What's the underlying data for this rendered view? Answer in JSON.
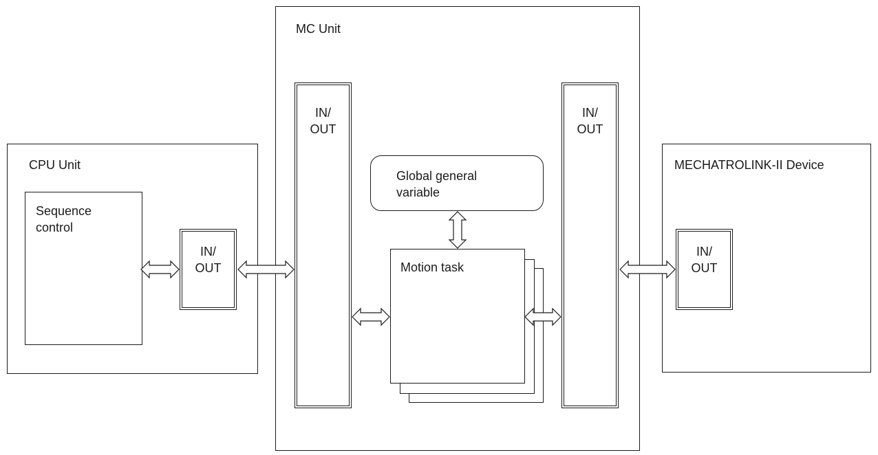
{
  "colors": {
    "stroke": "#1a1a1a",
    "fill": "#ffffff"
  },
  "cpu_unit": {
    "title": "CPU Unit",
    "sequence_control": "Sequence\ncontrol",
    "io": "IN/\nOUT"
  },
  "mc_unit": {
    "title": "MC Unit",
    "io_left": "IN/\nOUT",
    "io_right": "IN/\nOUT",
    "global_variable": "Global general\nvariable",
    "motion_task": "Motion task"
  },
  "device": {
    "title": "MECHATROLINK-II Device",
    "io": "IN/\nOUT"
  }
}
